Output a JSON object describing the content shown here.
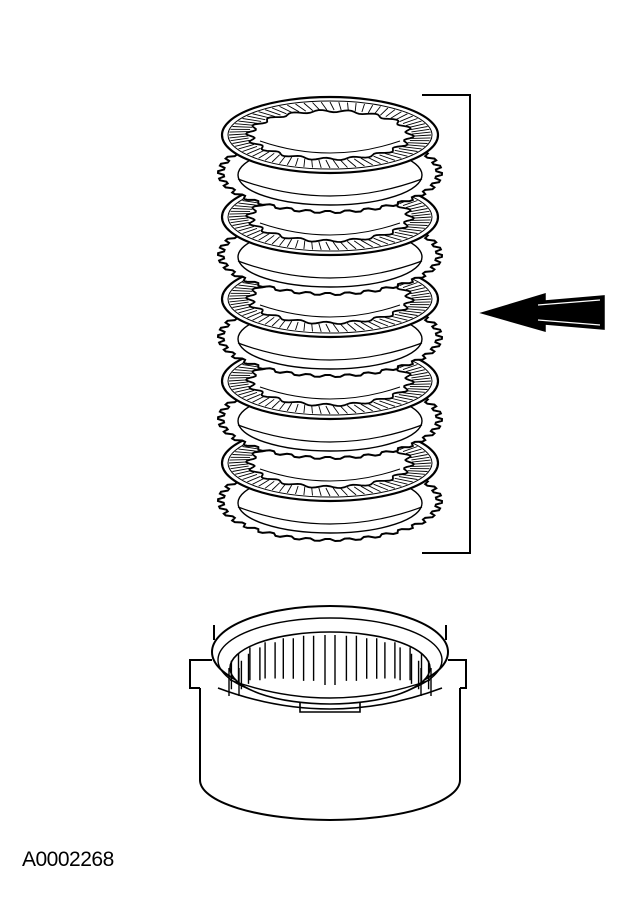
{
  "figure": {
    "reference_code": "A0002268",
    "friction_plate_count": 5,
    "steel_plate_count": 5,
    "components": [
      "clutch-plate-stack-icon",
      "clutch-drum-icon",
      "callout-bracket-icon",
      "pointer-arrow-icon"
    ]
  }
}
